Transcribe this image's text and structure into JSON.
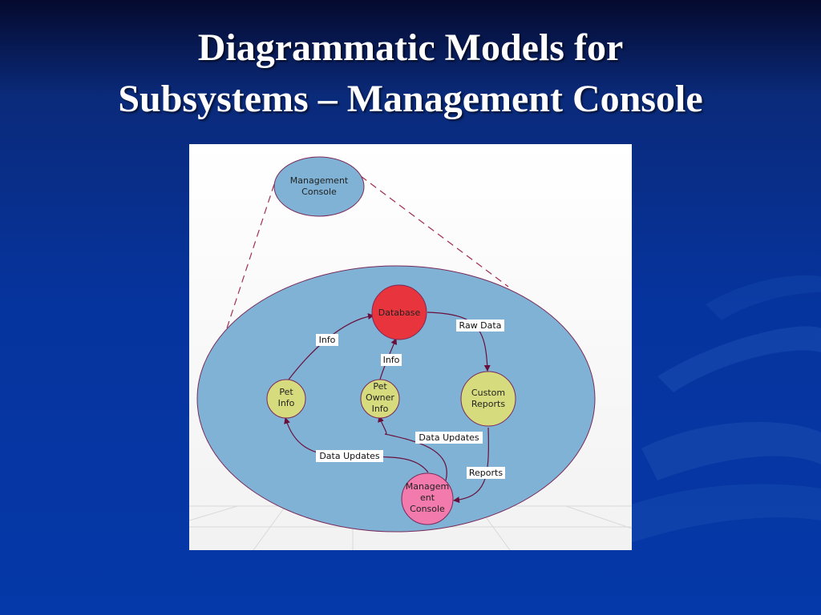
{
  "title": {
    "line1": "Diagrammatic Models for",
    "line2": "Subsystems – Management Console"
  },
  "diagram": {
    "top_node": {
      "line1": "Management",
      "line2": "Console"
    },
    "nodes": {
      "database": {
        "line1": "Database"
      },
      "pet_info": {
        "line1": "Pet",
        "line2": "Info"
      },
      "pet_owner_info": {
        "line1": "Pet",
        "line2": "Owner",
        "line3": "Info"
      },
      "custom_reports": {
        "line1": "Custom",
        "line2": "Reports"
      },
      "management_console": {
        "line1": "Managem",
        "line2": "ent",
        "line3": "Console"
      }
    },
    "edges": {
      "pet_info_to_database": "Info",
      "pet_owner_to_database": "Info",
      "database_to_reports": "Raw Data",
      "console_to_pet_owner": "Data Updates",
      "console_to_pet_info": "Data Updates",
      "reports_to_console": "Reports"
    },
    "colors": {
      "ellipse_fill": "#7fb2d4",
      "database": "#e8343c",
      "info_nodes": "#d6dc7e",
      "console_node": "#f27aac",
      "edge_stroke": "#6a0f3c"
    }
  }
}
